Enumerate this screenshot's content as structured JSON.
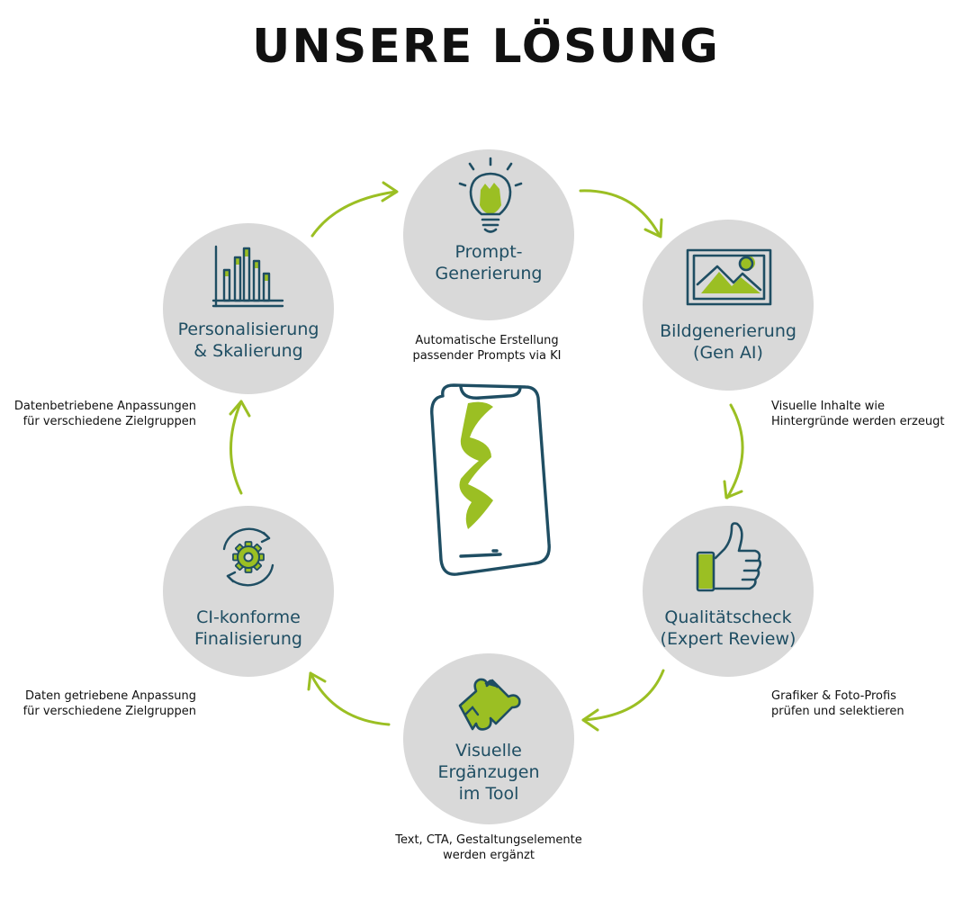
{
  "title": "UNSERE LÖSUNG",
  "colors": {
    "accent": "#9bbf23",
    "ink": "#1f4e63",
    "circle": "#d9d9d9"
  },
  "steps": [
    {
      "icon": "lightbulb-icon",
      "label": [
        "Prompt-",
        "Generierung"
      ],
      "description": [
        "Automatische Erstellung",
        "passender Prompts via KI"
      ]
    },
    {
      "icon": "image-frame-icon",
      "label": [
        "Bildgenerierung",
        "(Gen AI)"
      ],
      "description": [
        "Visuelle Inhalte wie",
        "Hintergründe werden erzeugt"
      ]
    },
    {
      "icon": "thumbs-up-icon",
      "label": [
        "Qualitätscheck",
        "(Expert Review)"
      ],
      "description": [
        "Grafiker & Foto-Profis",
        "prüfen und selektieren"
      ]
    },
    {
      "icon": "puzzle-piece-icon",
      "label": [
        "Visuelle",
        "Ergänzugen",
        "im Tool"
      ],
      "description": [
        "Text, CTA, Gestaltungselemente",
        "werden ergänzt"
      ]
    },
    {
      "icon": "gear-cycle-icon",
      "label": [
        "CI-konforme",
        "Finalisierung"
      ],
      "description": [
        "Daten getriebene Anpassung",
        "für verschiedene Zielgruppen"
      ]
    },
    {
      "icon": "bar-chart-icon",
      "label": [
        "Personalisierung",
        "& Skalierung"
      ],
      "description": [
        "Datenbetriebene Anpassungen",
        "für verschiedene Zielgruppen"
      ]
    }
  ],
  "center": {
    "icon": "smartphone-icon"
  }
}
